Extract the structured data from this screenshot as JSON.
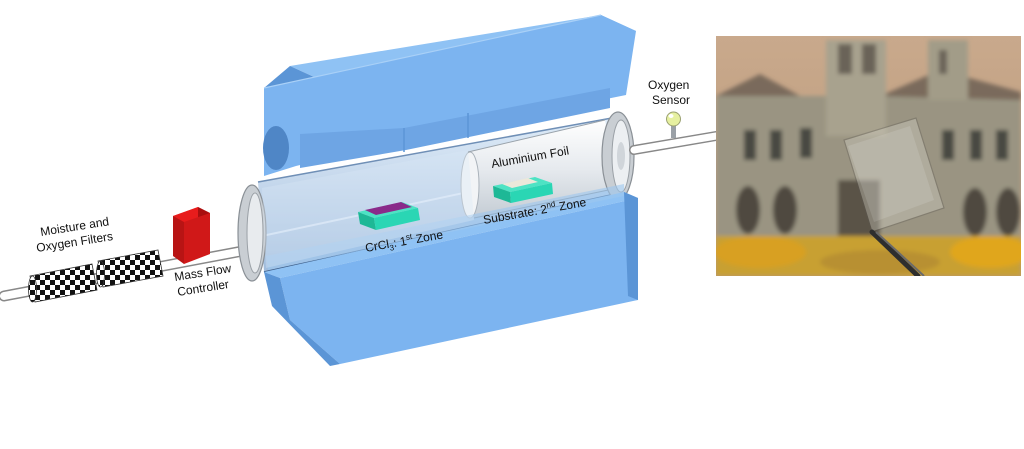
{
  "labels": {
    "moisture_line1": "Moisture and",
    "moisture_line2": "Oxygen Filters",
    "mfc_line1": "Mass Flow",
    "mfc_line2": "Controller",
    "precursor_base": "CrCl",
    "precursor_sub": "3",
    "precursor_mid": ": 1",
    "precursor_sup": "st",
    "precursor_tail": " Zone",
    "substrate_base": "Substrate: 2",
    "substrate_sup": "nd",
    "substrate_tail": " Zone",
    "foil": "Aluminium Foil",
    "sensor_line1": "Oxygen",
    "sensor_line2": "Sensor"
  },
  "colors": {
    "furnace": "#7cb4f0",
    "furnace_dark": "#5b95d6",
    "mfc": "#e81c1c",
    "boat": "#2ad6b4",
    "precursor": "#8a2a8a",
    "substrate": "#e8e4d6"
  }
}
